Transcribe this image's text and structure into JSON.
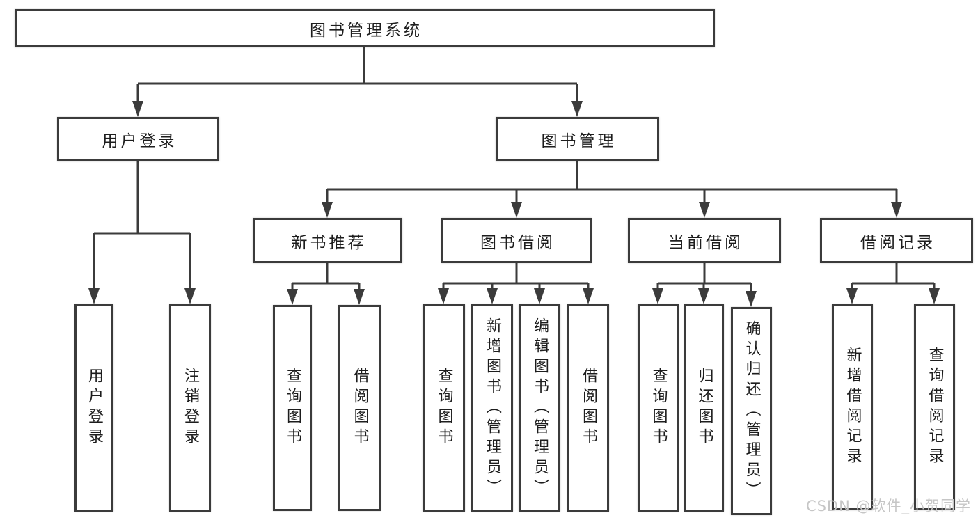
{
  "diagram": {
    "title": "图书管理系统",
    "level2": {
      "login": "用户登录",
      "bookMgmt": "图书管理"
    },
    "level3": {
      "newBook": "新书推荐",
      "bookBorrow": "图书借阅",
      "currentBorrow": "当前借阅",
      "borrowRecords": "借阅记录"
    },
    "leaves": {
      "login": [
        "用户登录",
        "注销登录"
      ],
      "newBook": [
        "查询图书",
        "借阅图书"
      ],
      "bookBorrow": [
        "查询图书",
        "新增图书（管理员）",
        "编辑图书（管理员）",
        "借阅图书"
      ],
      "currentBorrow": [
        "查询图书",
        "归还图书",
        "确认归还（管理员）"
      ],
      "borrowRecords": [
        "新增借阅记录",
        "查询借阅记录"
      ]
    },
    "watermark": "CSDN @软件_小贺同学",
    "colors": {
      "line": "#3b3b3b",
      "text": "#1d1d1d",
      "watermark": "#c6c6c6",
      "background": "#ffffff"
    }
  }
}
